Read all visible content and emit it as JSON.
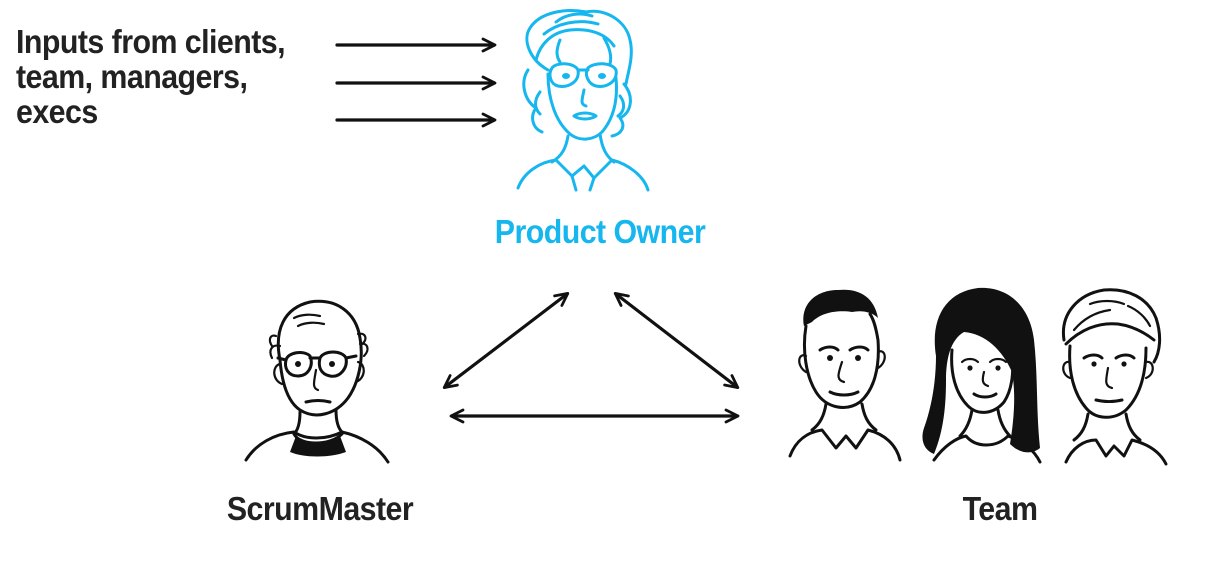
{
  "inputs": {
    "lines": [
      "Inputs from clients,",
      "team, managers,",
      "execs"
    ]
  },
  "roles": {
    "product_owner": "Product Owner",
    "scrum_master": "ScrumMaster",
    "team": "Team"
  },
  "icons": {
    "product_owner": "woman-with-glasses-portrait-icon",
    "scrum_master": "bald-man-with-glasses-portrait-icon",
    "team": "three-people-portrait-icon"
  },
  "colors": {
    "product_owner_accent": "#16b6ee",
    "text_dark": "#222222",
    "ink": "#111111",
    "background": "#ffffff"
  }
}
